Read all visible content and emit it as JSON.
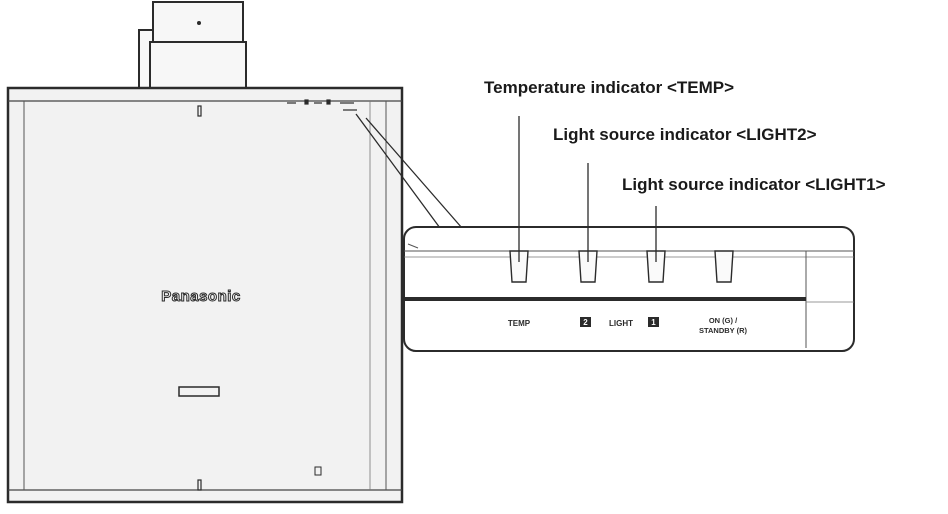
{
  "callouts": {
    "temp": "Temperature indicator <TEMP>",
    "light2": "Light source indicator <LIGHT2>",
    "light1": "Light source indicator <LIGHT1>"
  },
  "panel_labels": {
    "temp": "TEMP",
    "light_num_2": "2",
    "light": "LIGHT",
    "light_num_1": "1",
    "on_line1": "ON (G) /",
    "on_line2": "STANDBY (R)"
  },
  "brand": "Panasonic",
  "colors": {
    "line": "#2b2b2b",
    "body_fill": "#f2f2f2",
    "panel_fill": "#ffffff",
    "text": "#1a1a1a"
  }
}
